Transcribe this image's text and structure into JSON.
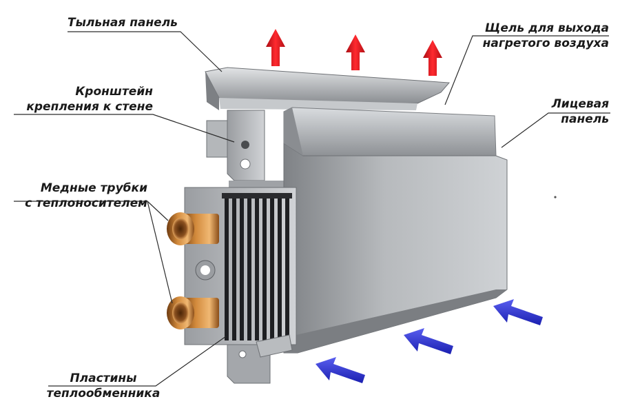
{
  "labels": {
    "back_panel": "Тыльная панель",
    "air_slot": {
      "line1": "Щель для выхода",
      "line2": "нагретого воздуха"
    },
    "bracket": {
      "line1": "Кронштейн",
      "line2": "крепления к стене"
    },
    "front_panel": {
      "line1": "Лицевая",
      "line2": "панель"
    },
    "pipes": {
      "line1": "Медные трубки",
      "line2": "с теплоносителем"
    },
    "fins": {
      "line1": "Пластины",
      "line2": "теплообменника"
    }
  },
  "colors": {
    "hot_air_arrow": "#e0141c",
    "cold_air_arrow": "#2a2fd0",
    "metal": "#a9acb0",
    "copper": "#b8742a",
    "fins": "#1e1f22"
  },
  "arrows": {
    "hot_air_count": 3,
    "cold_air_count": 3
  }
}
